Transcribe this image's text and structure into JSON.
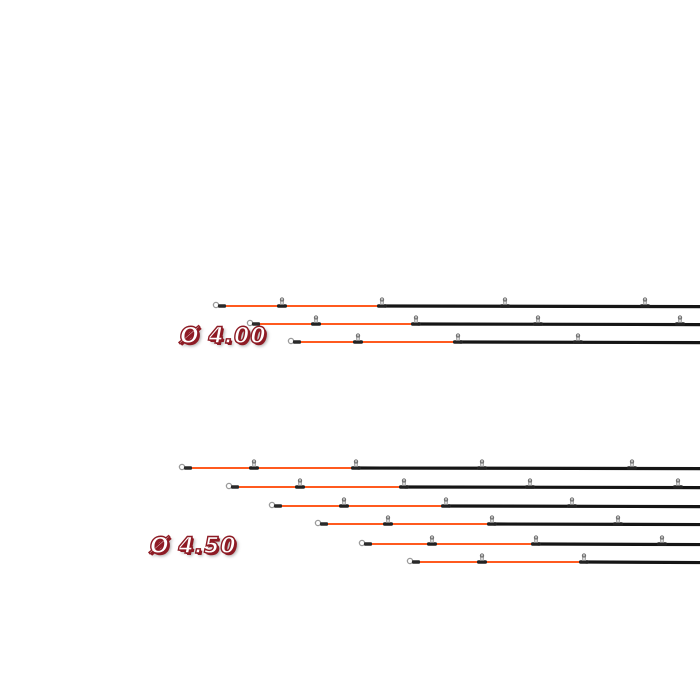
{
  "product": {
    "groups": [
      {
        "id": "group-400",
        "diameter_label": "Ø 4.00",
        "tip_count": 3
      },
      {
        "id": "group-450",
        "diameter_label": "Ø 4.50",
        "tip_count": 6
      }
    ]
  },
  "colors": {
    "tip_orange": "#ff5a1f",
    "blank_black": "#151515",
    "guide_metal": "#9a9a9a",
    "label_red": "#8e1b24",
    "background": "#ffffff"
  },
  "icon_names": [
    "rod-tip-icon",
    "line-guide-icon"
  ]
}
